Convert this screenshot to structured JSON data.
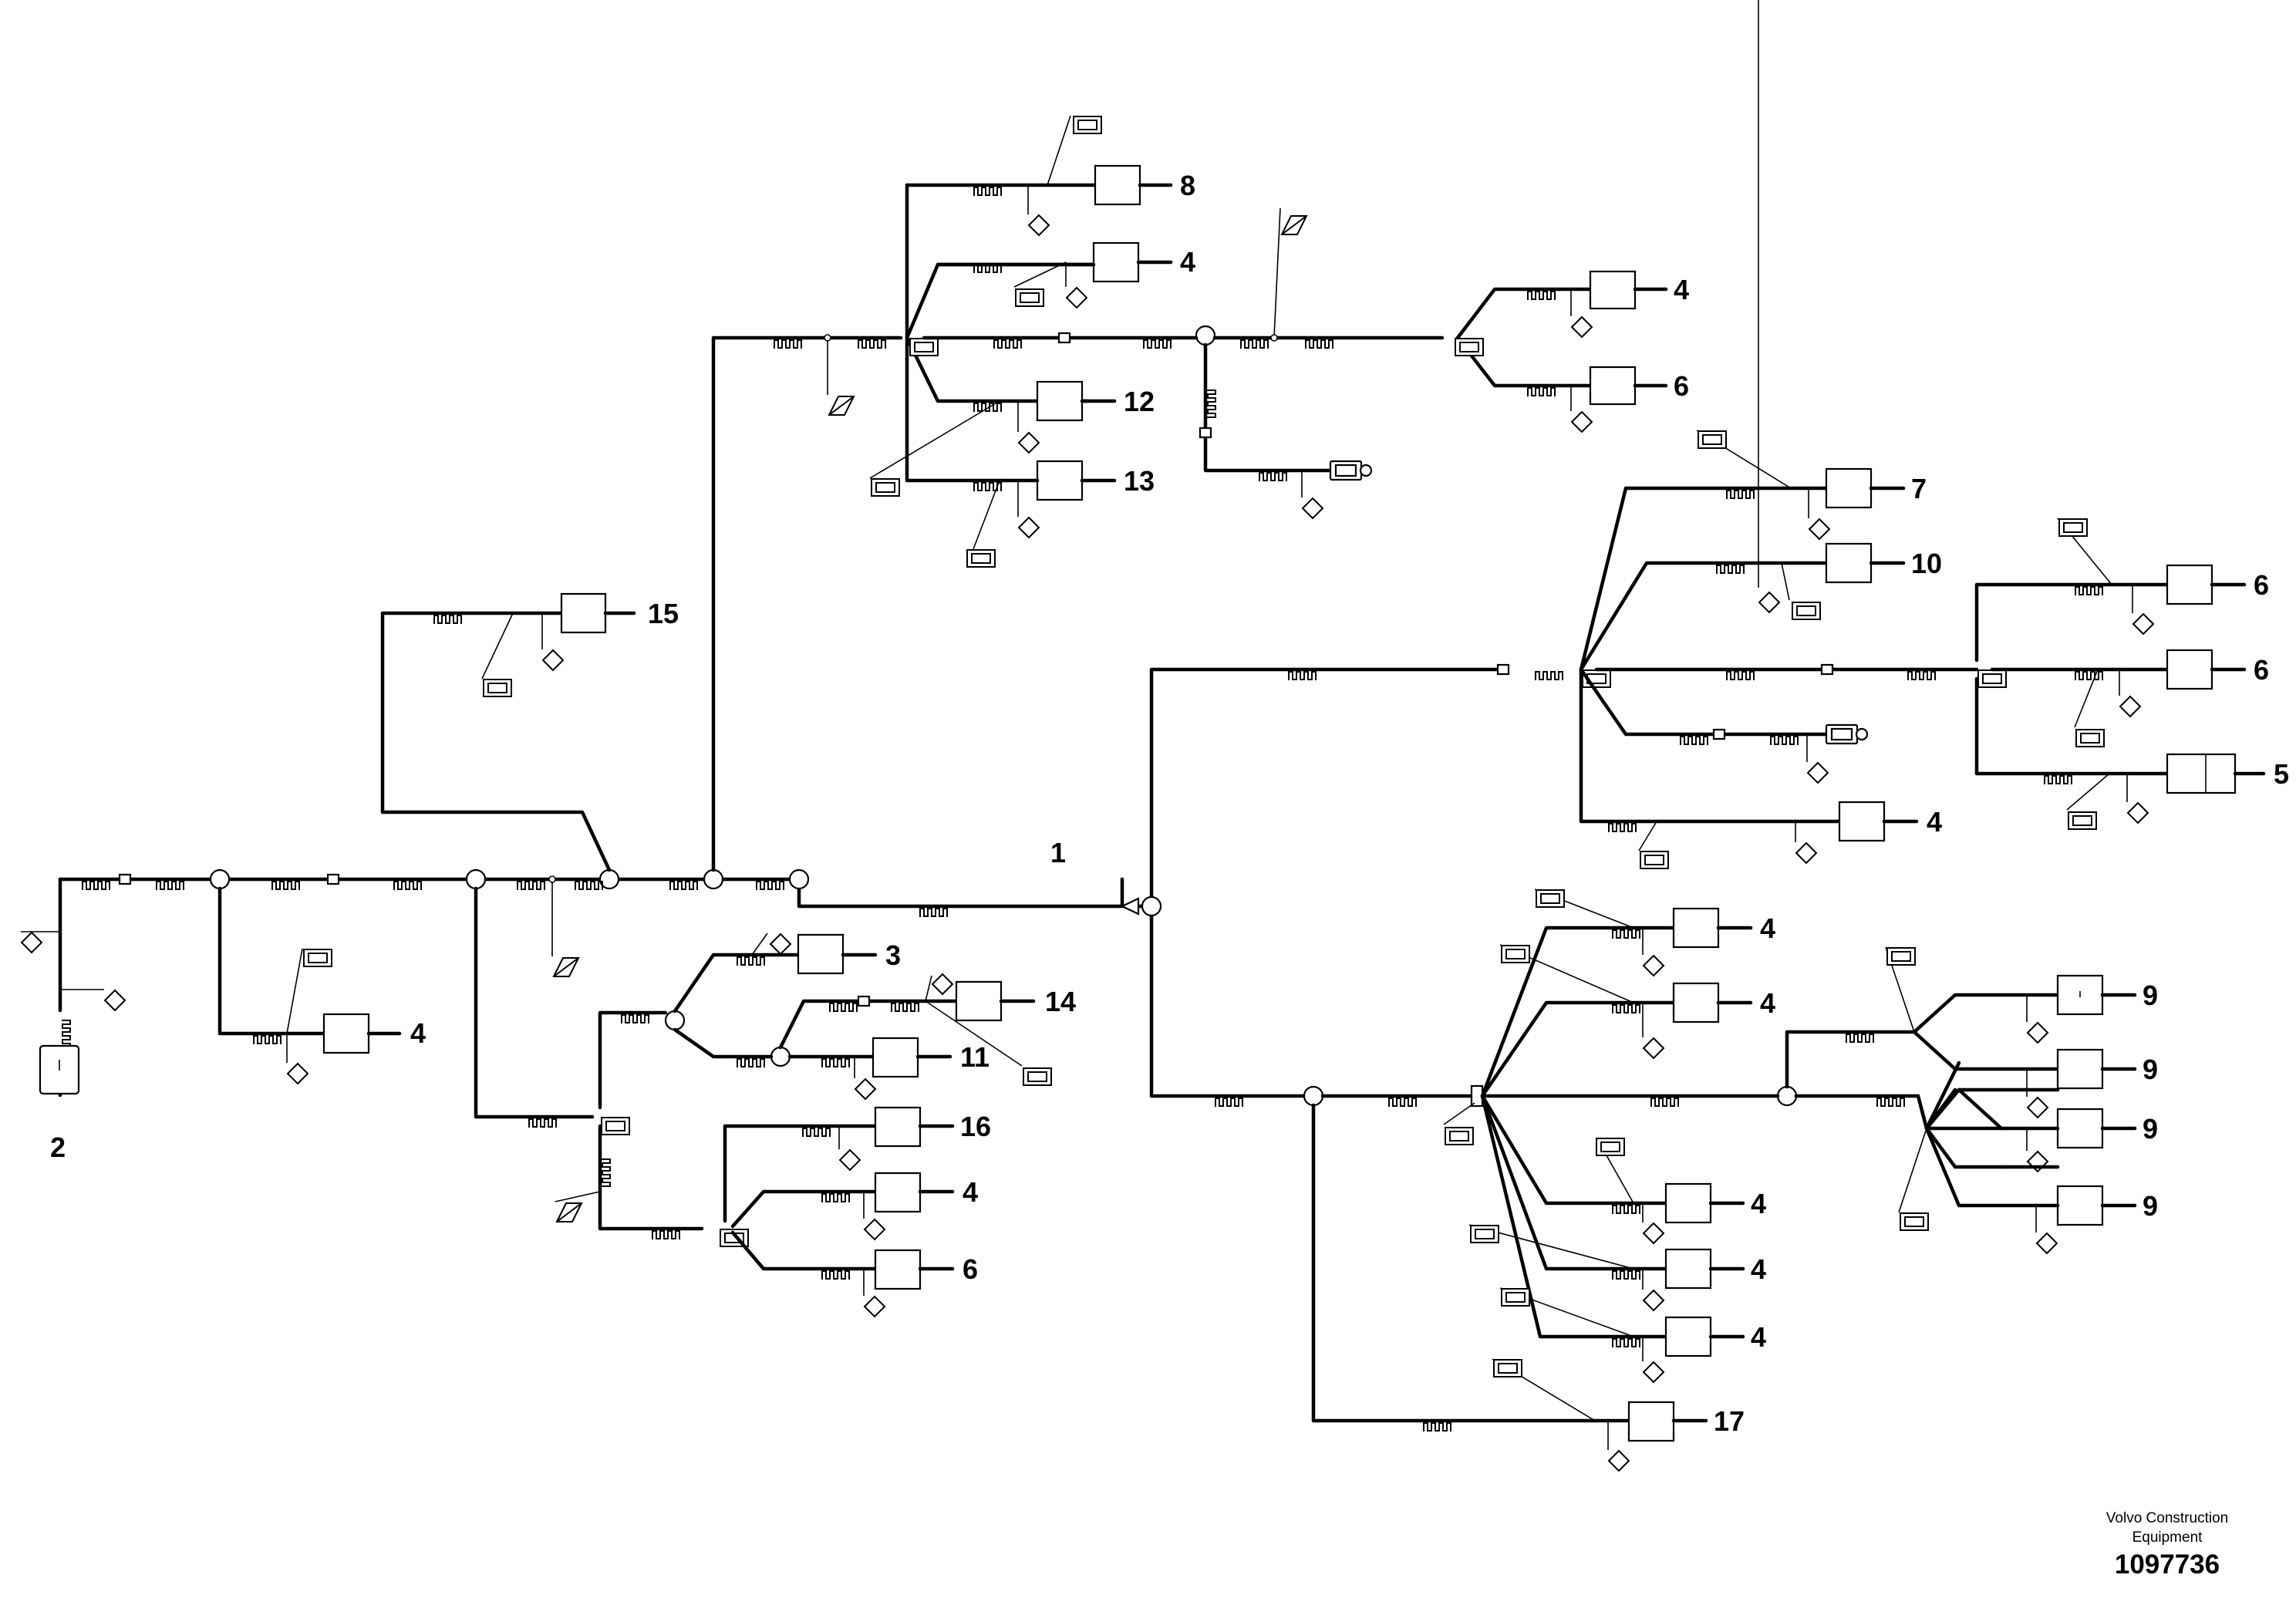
{
  "callouts": {
    "c1": "1",
    "c2": "2",
    "c3": "3",
    "c4a": "4",
    "c4b": "4",
    "c4c": "4",
    "c4d": "4",
    "c4e": "4",
    "c4f": "4",
    "c4g": "4",
    "c4h": "4",
    "c4i": "4",
    "c4j": "4",
    "c5": "5",
    "c6a": "6",
    "c6b": "6",
    "c6c": "6",
    "c6d": "6",
    "c7": "7",
    "c8": "8",
    "c9a": "9",
    "c9b": "9",
    "c9c": "9",
    "c9d": "9",
    "c10": "10",
    "c11": "11",
    "c12": "12",
    "c13": "13",
    "c14": "14",
    "c15": "15",
    "c16": "16",
    "c17": "17"
  },
  "footer": {
    "company_line1": "Volvo Construction",
    "company_line2": "Equipment",
    "drawing_number": "1097736"
  }
}
